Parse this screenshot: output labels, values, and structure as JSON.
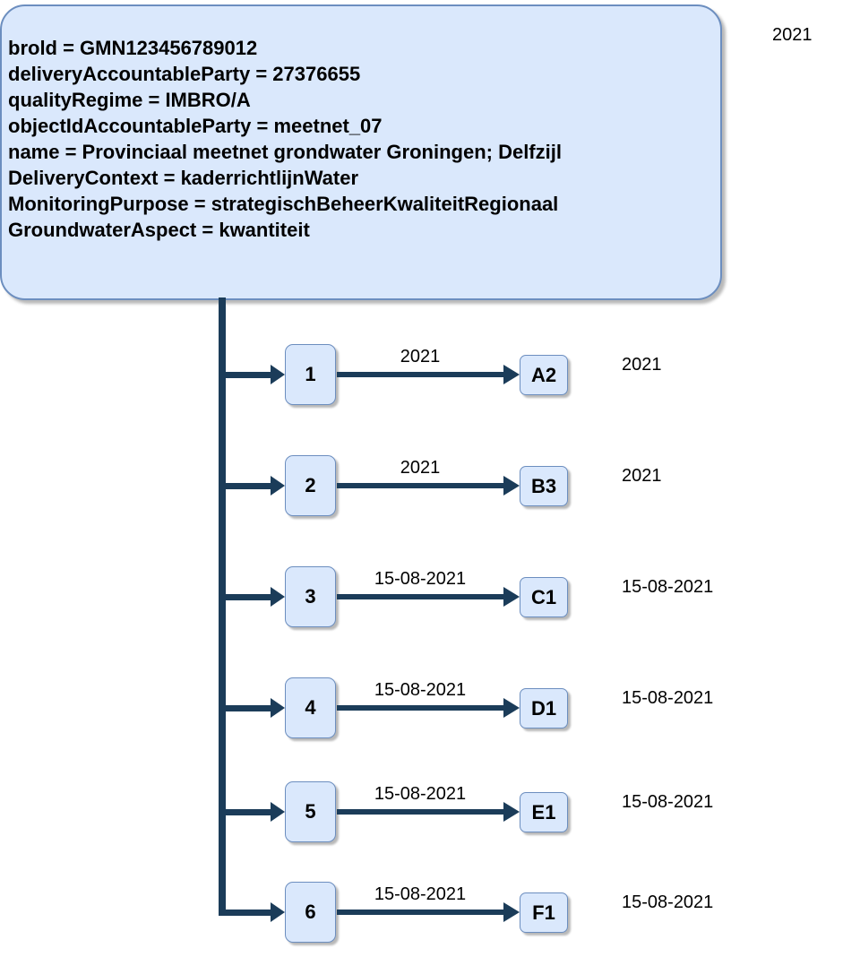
{
  "colors": {
    "box_fill": "#dae8fc",
    "box_border": "#6c8ebf",
    "line": "#1b3c59"
  },
  "header": {
    "year_label": "2021"
  },
  "main_box": {
    "lines": [
      "brold = GMN123456789012",
      "deliveryAccountableParty = 27376655",
      "qualityRegime = IMBRO/A",
      "objectIdAccountableParty = meetnet_07",
      "name = Provinciaal meetnet grondwater Groningen; Delfzijl",
      "DeliveryContext = kaderrichtlijnWater",
      "MonitoringPurpose = strategischBeheerKwaliteitRegionaal",
      "GroundwaterAspect = kwantiteit"
    ]
  },
  "rows": [
    {
      "node": "1",
      "edge_label": "2021",
      "target": "A2",
      "right_label": "2021"
    },
    {
      "node": "2",
      "edge_label": "2021",
      "target": "B3",
      "right_label": "2021"
    },
    {
      "node": "3",
      "edge_label": "15-08-2021",
      "target": "C1",
      "right_label": "15-08-2021"
    },
    {
      "node": "4",
      "edge_label": "15-08-2021",
      "target": "D1",
      "right_label": "15-08-2021"
    },
    {
      "node": "5",
      "edge_label": "15-08-2021",
      "target": "E1",
      "right_label": "15-08-2021"
    },
    {
      "node": "6",
      "edge_label": "15-08-2021",
      "target": "F1",
      "right_label": "15-08-2021"
    }
  ]
}
